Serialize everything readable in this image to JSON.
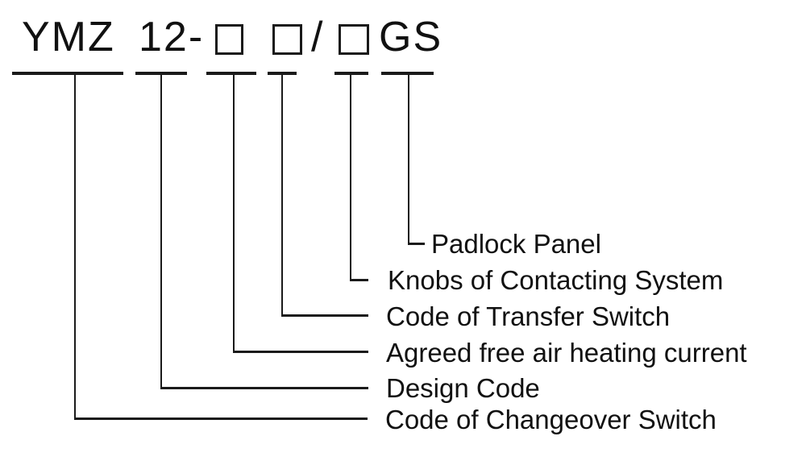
{
  "model": {
    "full_code": "YMZ 12-□ □/□GS",
    "series": "YMZ",
    "design": "12-",
    "slash": "/",
    "suffix": "GS",
    "placeholder_boxes": 3
  },
  "labels": [
    {
      "text": "Padlock Panel"
    },
    {
      "text": "Knobs of Contacting System"
    },
    {
      "text": "Code of Transfer Switch"
    },
    {
      "text": "Agreed free air heating current"
    },
    {
      "text": "Design Code"
    },
    {
      "text": "Code of Changeover Switch"
    }
  ],
  "mapping": [
    {
      "code_part": "YMZ",
      "meaning": "Code of Changeover Switch"
    },
    {
      "code_part": "12-",
      "meaning": "Design Code"
    },
    {
      "code_part": "□ (first box)",
      "meaning": "Agreed free air heating current"
    },
    {
      "code_part": "□ (second box)",
      "meaning": "Code of Transfer Switch"
    },
    {
      "code_part": "/□",
      "meaning": "Knobs of Contacting System"
    },
    {
      "code_part": "GS",
      "meaning": "Padlock Panel"
    }
  ],
  "colors": {
    "line": "#1a1a1a",
    "text": "#111111",
    "background": "#ffffff"
  }
}
